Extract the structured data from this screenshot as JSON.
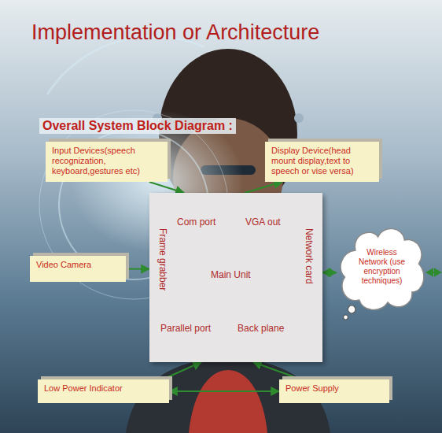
{
  "diagram": {
    "title": "Implementation or Architecture",
    "nodes": [
      {
        "text": [
          "Input Devices(speech recognization, keyboard,gestures etc)"
        ]
      },
      {
        "text": [
          "Display Device(head mount display,text to speech or vise versa)"
        ]
      },
      {
        "text": [
          "Com port",
          "VGA out",
          "Frame grabber",
          "Main Unit",
          "Network card",
          "Parallel port",
          "Back plane"
        ]
      },
      {
        "text": [
          "Video Camera"
        ]
      },
      {
        "text": [
          "Wireless Network (use encryption techniques)"
        ]
      },
      {
        "text": [
          "Low Power Indicator"
        ]
      },
      {
        "text": [
          "Power Supply"
        ]
      }
    ],
    "edges": [
      {
        "from": 0,
        "to": 2,
        "arrow": "to"
      },
      {
        "from": 2,
        "to": 1,
        "arrow": "to"
      },
      {
        "from": 3,
        "to": 2,
        "arrow": "to"
      },
      {
        "from": 2,
        "to": 4,
        "arrow": "both"
      },
      {
        "from": 5,
        "to": 2,
        "arrow": "to"
      },
      {
        "from": 6,
        "to": 2,
        "arrow": "to"
      },
      {
        "from": 5,
        "to": 6,
        "arrow": "both"
      }
    ],
    "labels": [
      "Overall System Block Diagram :"
    ]
  }
}
